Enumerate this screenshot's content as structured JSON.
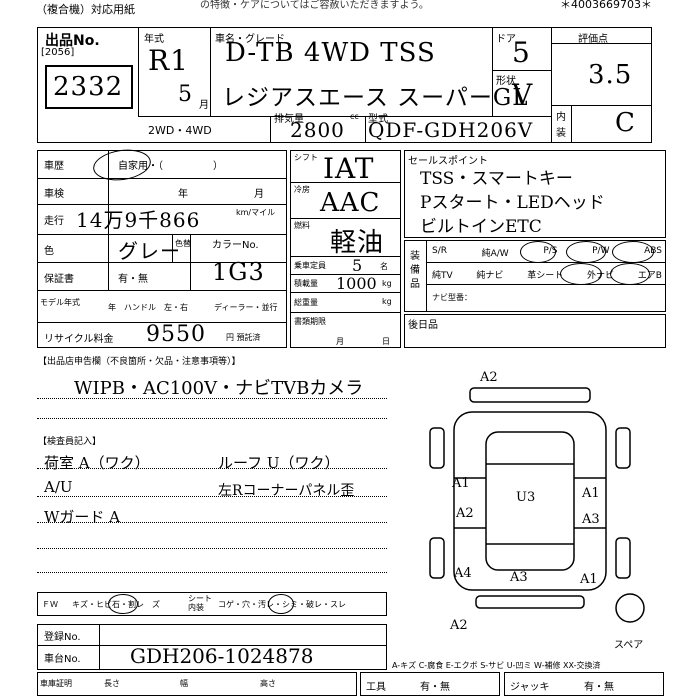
{
  "header": {
    "doc_type": "（複合機）対応用紙",
    "top_fragment": "の特徴・ケアについてはご容赦いただきますよう。",
    "serial": "＊4003669703＊"
  },
  "lot": {
    "label": "出品No.",
    "stamp": "[2056]",
    "number": "2332"
  },
  "year": {
    "label": "年式",
    "value": "R1",
    "month": "5",
    "month_unit": "月"
  },
  "car_name": {
    "label": "車名・グレード",
    "line1": "D-TB 4WD TSS",
    "line2": "レジアスエース スーパーGL"
  },
  "doors": {
    "label": "ドア",
    "value": "5"
  },
  "shape": {
    "label": "形状",
    "value": "V"
  },
  "score": {
    "label": "評価点",
    "value": "3.5"
  },
  "interior": {
    "label1": "内",
    "label2": "装",
    "value": "C"
  },
  "drive": {
    "label": "2WD・4WD"
  },
  "displacement": {
    "label": "排気量",
    "value": "2800",
    "unit": "cc"
  },
  "model": {
    "label": "型式",
    "value": "QDF-GDH206V"
  },
  "history": {
    "label": "車歴",
    "options": "自家用・（　　　　　）"
  },
  "inspection": {
    "label": "車検",
    "year": "年",
    "month": "月"
  },
  "mileage": {
    "label": "走行",
    "value": "14万9千866",
    "unit": "km/マイル"
  },
  "color": {
    "label": "色",
    "value": "グレー",
    "change_label": "色替",
    "color_no_label": "カラーNo.",
    "color_no": "1G3"
  },
  "warranty": {
    "label": "保証書",
    "options": "有・無"
  },
  "model_year": {
    "label": "モデル年式",
    "handle": "年　ハンドル　左・右",
    "dealer": "ディーラー・並行"
  },
  "recycle": {
    "label": "リサイクル料金",
    "value": "9550",
    "unit": "円 預託済"
  },
  "shift": {
    "label": "シフト",
    "value": "IAT"
  },
  "ac": {
    "label": "冷房",
    "value": "AAC"
  },
  "fuel": {
    "label": "燃料",
    "value": "軽油"
  },
  "capacity": {
    "label": "乗車定員",
    "value": "5",
    "unit": "名"
  },
  "load": {
    "label": "積載量",
    "value": "1000",
    "unit": "kg"
  },
  "weight": {
    "label": "総重量",
    "unit": "kg"
  },
  "docs": {
    "label": "書類期限",
    "month": "月",
    "day": "日"
  },
  "sales_points": {
    "label": "セールスポイント",
    "line1": "TSS・スマートキー",
    "line2": "Pスタート・LEDヘッド",
    "line3": "ビルトインETC"
  },
  "equipment": {
    "label": "装備品",
    "row1": [
      "S/R",
      "純A/W",
      "P/S",
      "P/W",
      "ABS"
    ],
    "row2": [
      "純TV",
      "純ナビ",
      "革シート",
      "外ナビ",
      "エアB"
    ],
    "navi_label": "ナビ型番："
  },
  "post_install": {
    "label": "後日品"
  },
  "seller_notes": {
    "label": "【出品店申告欄（不良箇所・欠品・注意事項等）】",
    "text": "WIPB・AC100V・ナビTVBカメラ"
  },
  "inspector": {
    "label": "【検査員記入】",
    "line1a": "荷室 A（ワク）",
    "line1b": "ルーフ U（ワク）",
    "line2a": "A/U",
    "line2b": "左Rコーナーパネル歪",
    "line3a": "Wガード A"
  },
  "damage_marks": [
    "A2",
    "A1",
    "U3",
    "A2",
    "A1",
    "A3",
    "A4",
    "A3",
    "A1",
    "A2"
  ],
  "spare_label": "スペア",
  "fw": {
    "label": "ＦＷ",
    "items": "キズ・ヒビ石・割レ　ズ",
    "seat": "シート内装",
    "items2": "コゲ・穴・汚レ・シミ・破レ・スレ"
  },
  "registration": {
    "label": "登録No."
  },
  "chassis": {
    "label": "車台No.",
    "value": "GDH206-1024878"
  },
  "legend": "A-キズ C-腐食 E-エクボ S-サビ U-凹ミ W-補修 XX-交換済",
  "cert": {
    "label": "車庫証明",
    "l1": "長さ",
    "l2": "幅",
    "l3": "高さ"
  },
  "tools": {
    "label": "工具",
    "options": "有・無"
  },
  "jack": {
    "label": "ジャッキ",
    "options": "有・無"
  }
}
